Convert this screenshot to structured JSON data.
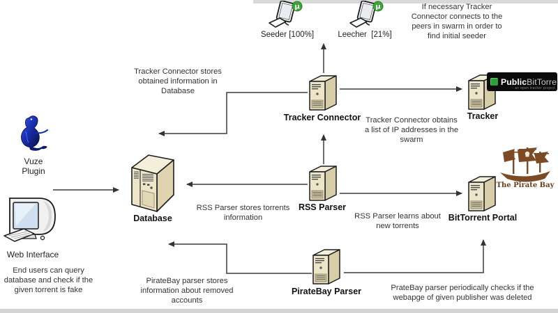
{
  "peers": {
    "seeder_label": "Seeder [100%]",
    "leecher_label": "Leecher  [21%]"
  },
  "nodes": {
    "vuze": {
      "label": "Vuze\nPlugin"
    },
    "web_interface": {
      "label": "Web Interface"
    },
    "database": {
      "label": "Database"
    },
    "tracker_connector": {
      "label": "Tracker Connector"
    },
    "tracker": {
      "label": "Tracker"
    },
    "rss_parser": {
      "label": "RSS Parser"
    },
    "bittorrent_portal": {
      "label": "BitTorrent Portal"
    },
    "piratebay_parser": {
      "label": "PirateBay Parser"
    }
  },
  "logos": {
    "utorrent_mu": "µ",
    "public_bittorrent": {
      "bold": "Public",
      "rest": "BitTorrent",
      "subtext": "- an open tracker project"
    },
    "pirate_bay": {
      "text": "The Pirate Bay"
    }
  },
  "annotations": {
    "tc_stores": "Tracker Connector stores\nobtained information in\nDatabase",
    "if_necessary": "If necessary Tracker\nConnector connects to the\npeers in swarm in order to\nfind initial seeder",
    "tc_obtains": "Tracker Connector obtains\na list of IP addresses in the\nswarm",
    "rss_stores": "RSS Parser stores torrents\ninformation",
    "rss_learns": "RSS Parser learns about\nnew torrents",
    "pb_stores": "PirateBay parser stores\ninformation about removed\naccounts",
    "pb_checks": "PrateBay parser periodically checks if the\nwebapge of given publisher was deleted",
    "end_users": "End users can query\ndatabase and check if the\ngiven torrent is fake"
  },
  "colors": {
    "server_front": "#ece5ca",
    "server_side": "#d8cda9",
    "server_top": "#f4eedb",
    "utorrent_green": "#3fa33c",
    "pbt_badge_bg": "#0b0b0b",
    "pbt_icon_green": "#2f9e3f",
    "pirate_bay_brown": "#7d4a26",
    "vuze_blue": "#1a2fb0",
    "edge_strip_gray": "#d9d9d9",
    "arrow_gray": "#3d3d3d"
  }
}
